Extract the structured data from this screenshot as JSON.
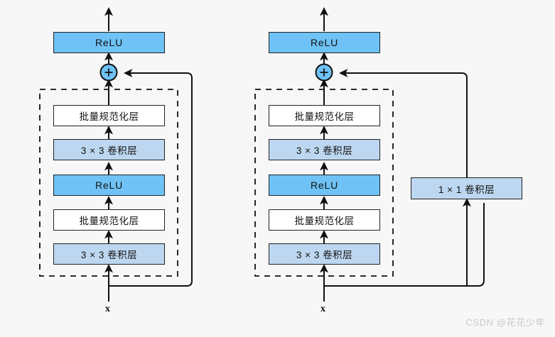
{
  "diagram": {
    "background_color": "#f7f7f7",
    "stroke_color": "#222222",
    "relu_color": "#6fc2f5",
    "conv_color": "#bdd7f0",
    "bn_color": "#ffffff",
    "blocks": [
      {
        "id": "left",
        "name": "residual-block-identity",
        "input_label": "x",
        "relu_out_label": "ReLU",
        "plus_label": "+",
        "layers": [
          {
            "label": "批量规范化层",
            "kind": "bn"
          },
          {
            "label": "3 × 3 卷积层",
            "kind": "conv"
          },
          {
            "label": "ReLU",
            "kind": "relu"
          },
          {
            "label": "批量规范化层",
            "kind": "bn"
          },
          {
            "label": "3 × 3 卷积层",
            "kind": "conv"
          }
        ],
        "shortcut": {
          "has_conv": false,
          "conv_label": ""
        }
      },
      {
        "id": "right",
        "name": "residual-block-projection",
        "input_label": "x",
        "relu_out_label": "ReLU",
        "plus_label": "+",
        "layers": [
          {
            "label": "批量规范化层",
            "kind": "bn"
          },
          {
            "label": "3 × 3 卷积层",
            "kind": "conv"
          },
          {
            "label": "ReLU",
            "kind": "relu"
          },
          {
            "label": "批量规范化层",
            "kind": "bn"
          },
          {
            "label": "3 × 3 卷积层",
            "kind": "conv"
          }
        ],
        "shortcut": {
          "has_conv": true,
          "conv_label": "1 × 1 卷积层"
        }
      }
    ]
  },
  "watermark": {
    "text": "CSDN @花花少年"
  }
}
